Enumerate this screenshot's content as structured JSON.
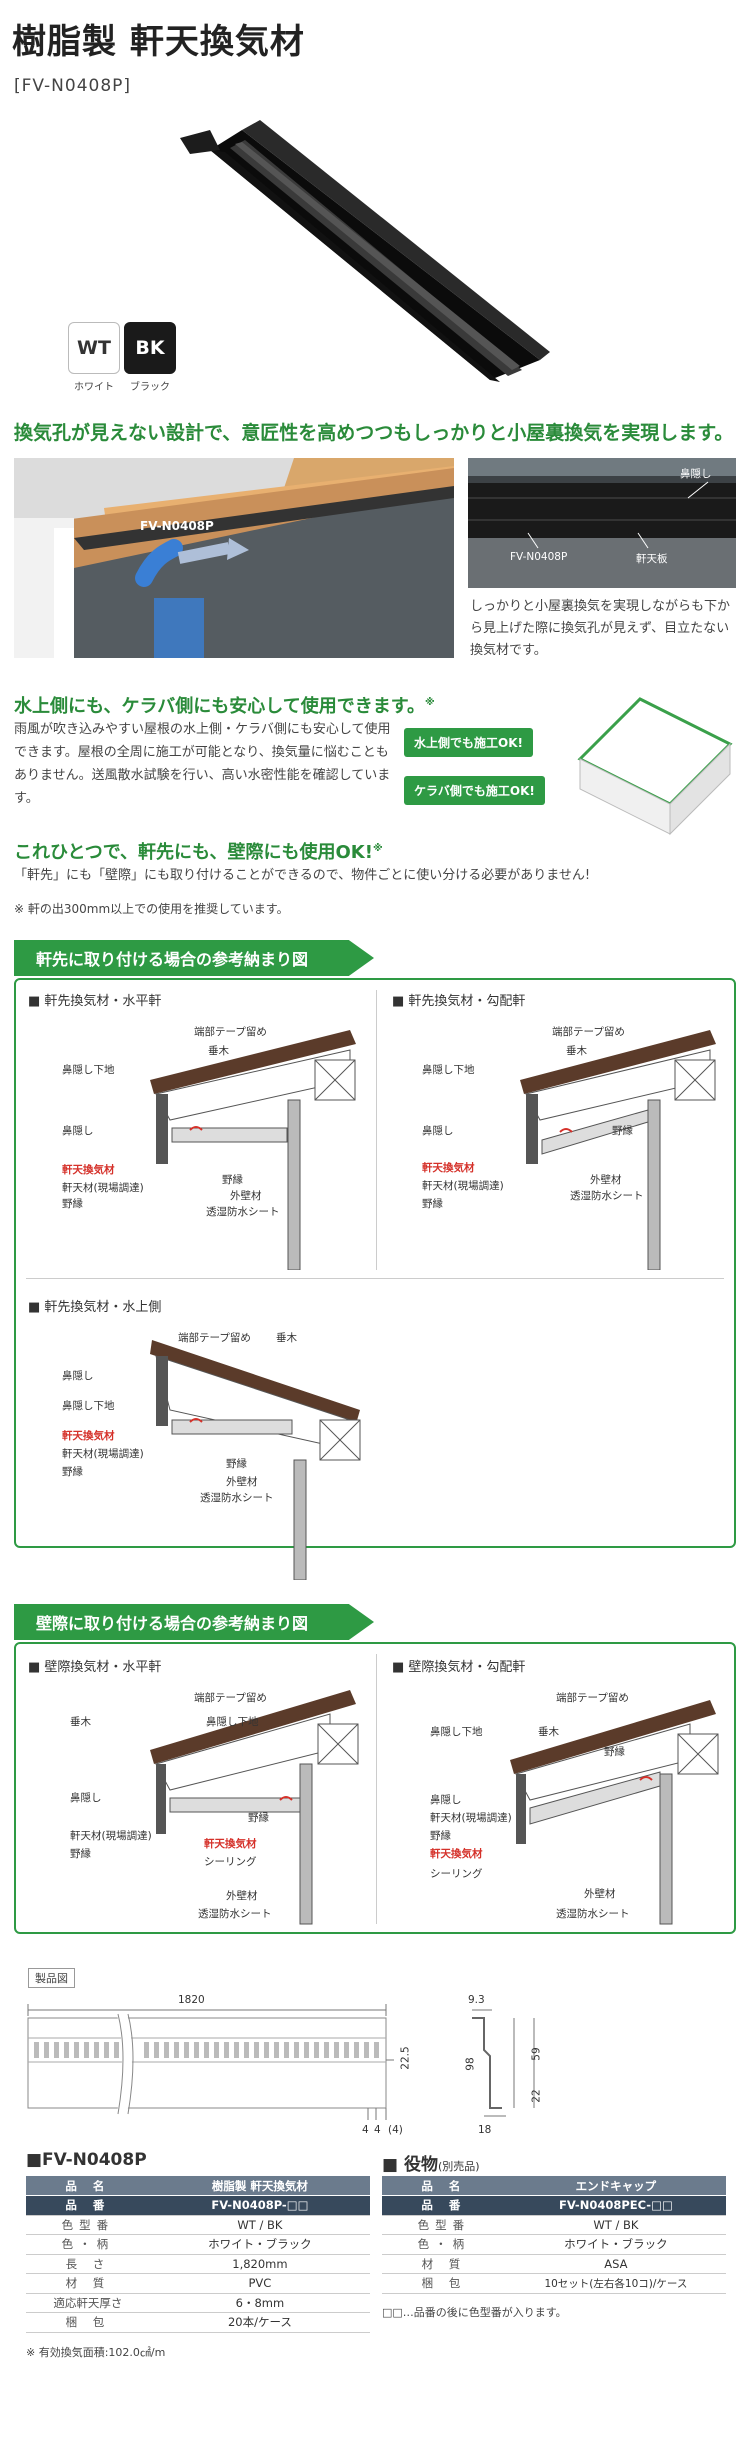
{
  "header": {
    "title": "樹脂製 軒天換気材",
    "code": "[FV-N0408P]"
  },
  "colors": [
    {
      "code": "WT",
      "name": "ホワイト",
      "swatch": "#ffffff",
      "text": "#333333"
    },
    {
      "code": "BK",
      "name": "ブラック",
      "swatch": "#1a1a1a",
      "text": "#ffffff"
    }
  ],
  "intro": {
    "headline": "換気孔が見えない設計で、意匠性を高めつつもしっかりと小屋裏換気を実現します。",
    "photo_label": "FV-N0408P",
    "detail_labels": {
      "hanakakushi": "鼻隠し",
      "product": "FV-N0408P",
      "nokiten": "軒天板"
    },
    "detail_text": "しっかりと小屋裏換気を実現しながらも下から見上げた際に換気孔が見えず、目立たない換気材です。"
  },
  "waterside": {
    "heading": "水上側にも、ケラバ側にも安心して使用できます。",
    "note_mark": "※",
    "text": "雨風が吹き込みやすい屋根の水上側・ケラバ側にも安心して使用できます。屋根の全周に施工が可能となり、換気量に悩むこともありません。送風散水試験を行い、高い水密性能を確認しています。",
    "badge1": "水上側でも施工OK!",
    "badge2": "ケラバ側でも施工OK!"
  },
  "wall": {
    "heading": "これひとつで、軒先にも、壁際にも使用OK!",
    "note_mark": "※",
    "text": "「軒先」にも「壁際」にも取り付けることができるので、物件ごとに使い分ける必要がありません!",
    "footnote": "※ 軒の出300mm以上での使用を推奨しています。"
  },
  "section1": {
    "banner": "軒先に取り付ける場合の参考納まり図",
    "d1": {
      "title": "■ 軒先換気材・水平軒",
      "labels": [
        "端部テープ留め",
        "垂木",
        "鼻隠し下地",
        "鼻隠し",
        "軒天換気材",
        "軒天材(現場調達)",
        "野縁",
        "野縁",
        "外壁材",
        "透湿防水シート"
      ]
    },
    "d2": {
      "title": "■ 軒先換気材・勾配軒",
      "labels": [
        "端部テープ留め",
        "垂木",
        "鼻隠し下地",
        "鼻隠し",
        "軒天換気材",
        "軒天材(現場調達)",
        "野縁",
        "野縁",
        "外壁材",
        "透湿防水シート"
      ]
    },
    "d3": {
      "title": "■ 軒先換気材・水上側",
      "labels": [
        "端部テープ留め",
        "垂木",
        "鼻隠し",
        "鼻隠し下地",
        "軒天換気材",
        "軒天材(現場調達)",
        "野縁",
        "野縁",
        "外壁材",
        "透湿防水シート"
      ]
    }
  },
  "section2": {
    "banner": "壁際に取り付ける場合の参考納まり図",
    "d1": {
      "title": "■ 壁際換気材・水平軒",
      "labels": [
        "端部テープ留め",
        "垂木",
        "鼻隠し下地",
        "鼻隠し",
        "野縁",
        "軒天材(現場調達)",
        "軒天換気材",
        "野縁",
        "シーリング",
        "外壁材",
        "透湿防水シート"
      ]
    },
    "d2": {
      "title": "■ 壁際換気材・勾配軒",
      "labels": [
        "端部テープ留め",
        "鼻隠し下地",
        "垂木",
        "野縁",
        "鼻隠し",
        "軒天材(現場調達)",
        "野縁",
        "軒天換気材",
        "シーリング",
        "外壁材",
        "透湿防水シート"
      ]
    }
  },
  "drawing": {
    "label": "製品図",
    "dims": {
      "length": "1820",
      "w93": "9.3",
      "h225": "22.5",
      "h98": "98",
      "h59": "59",
      "h22": "22",
      "w18": "18",
      "w4a": "4",
      "w4b": "4",
      "w4c": "(4)"
    }
  },
  "spec": {
    "title": "■FV-N0408P",
    "rows": [
      [
        "品 名",
        "樹脂製 軒天換気材"
      ],
      [
        "品 番",
        "FV-N0408P-□□"
      ],
      [
        "色型番",
        "WT / BK"
      ],
      [
        "色・柄",
        "ホワイト・ブラック"
      ],
      [
        "長 さ",
        "1,820mm"
      ],
      [
        "材 質",
        "PVC"
      ],
      [
        "適応軒天厚さ",
        "6・8mm"
      ],
      [
        "梱 包",
        "20本/ケース"
      ]
    ],
    "note": "※ 有効換気面積:102.0㎠/m"
  },
  "accessory": {
    "title": "■ 役物",
    "sub": "(別売品)",
    "rows": [
      [
        "品 名",
        "エンドキャップ"
      ],
      [
        "品 番",
        "FV-N0408PEC-□□"
      ],
      [
        "色型番",
        "WT / BK"
      ],
      [
        "色・柄",
        "ホワイト・ブラック"
      ],
      [
        "材 質",
        "ASA"
      ],
      [
        "梱 包",
        "10セット(左右各10コ)/ケース"
      ]
    ],
    "note": "□□…品番の後に色型番が入ります。"
  }
}
